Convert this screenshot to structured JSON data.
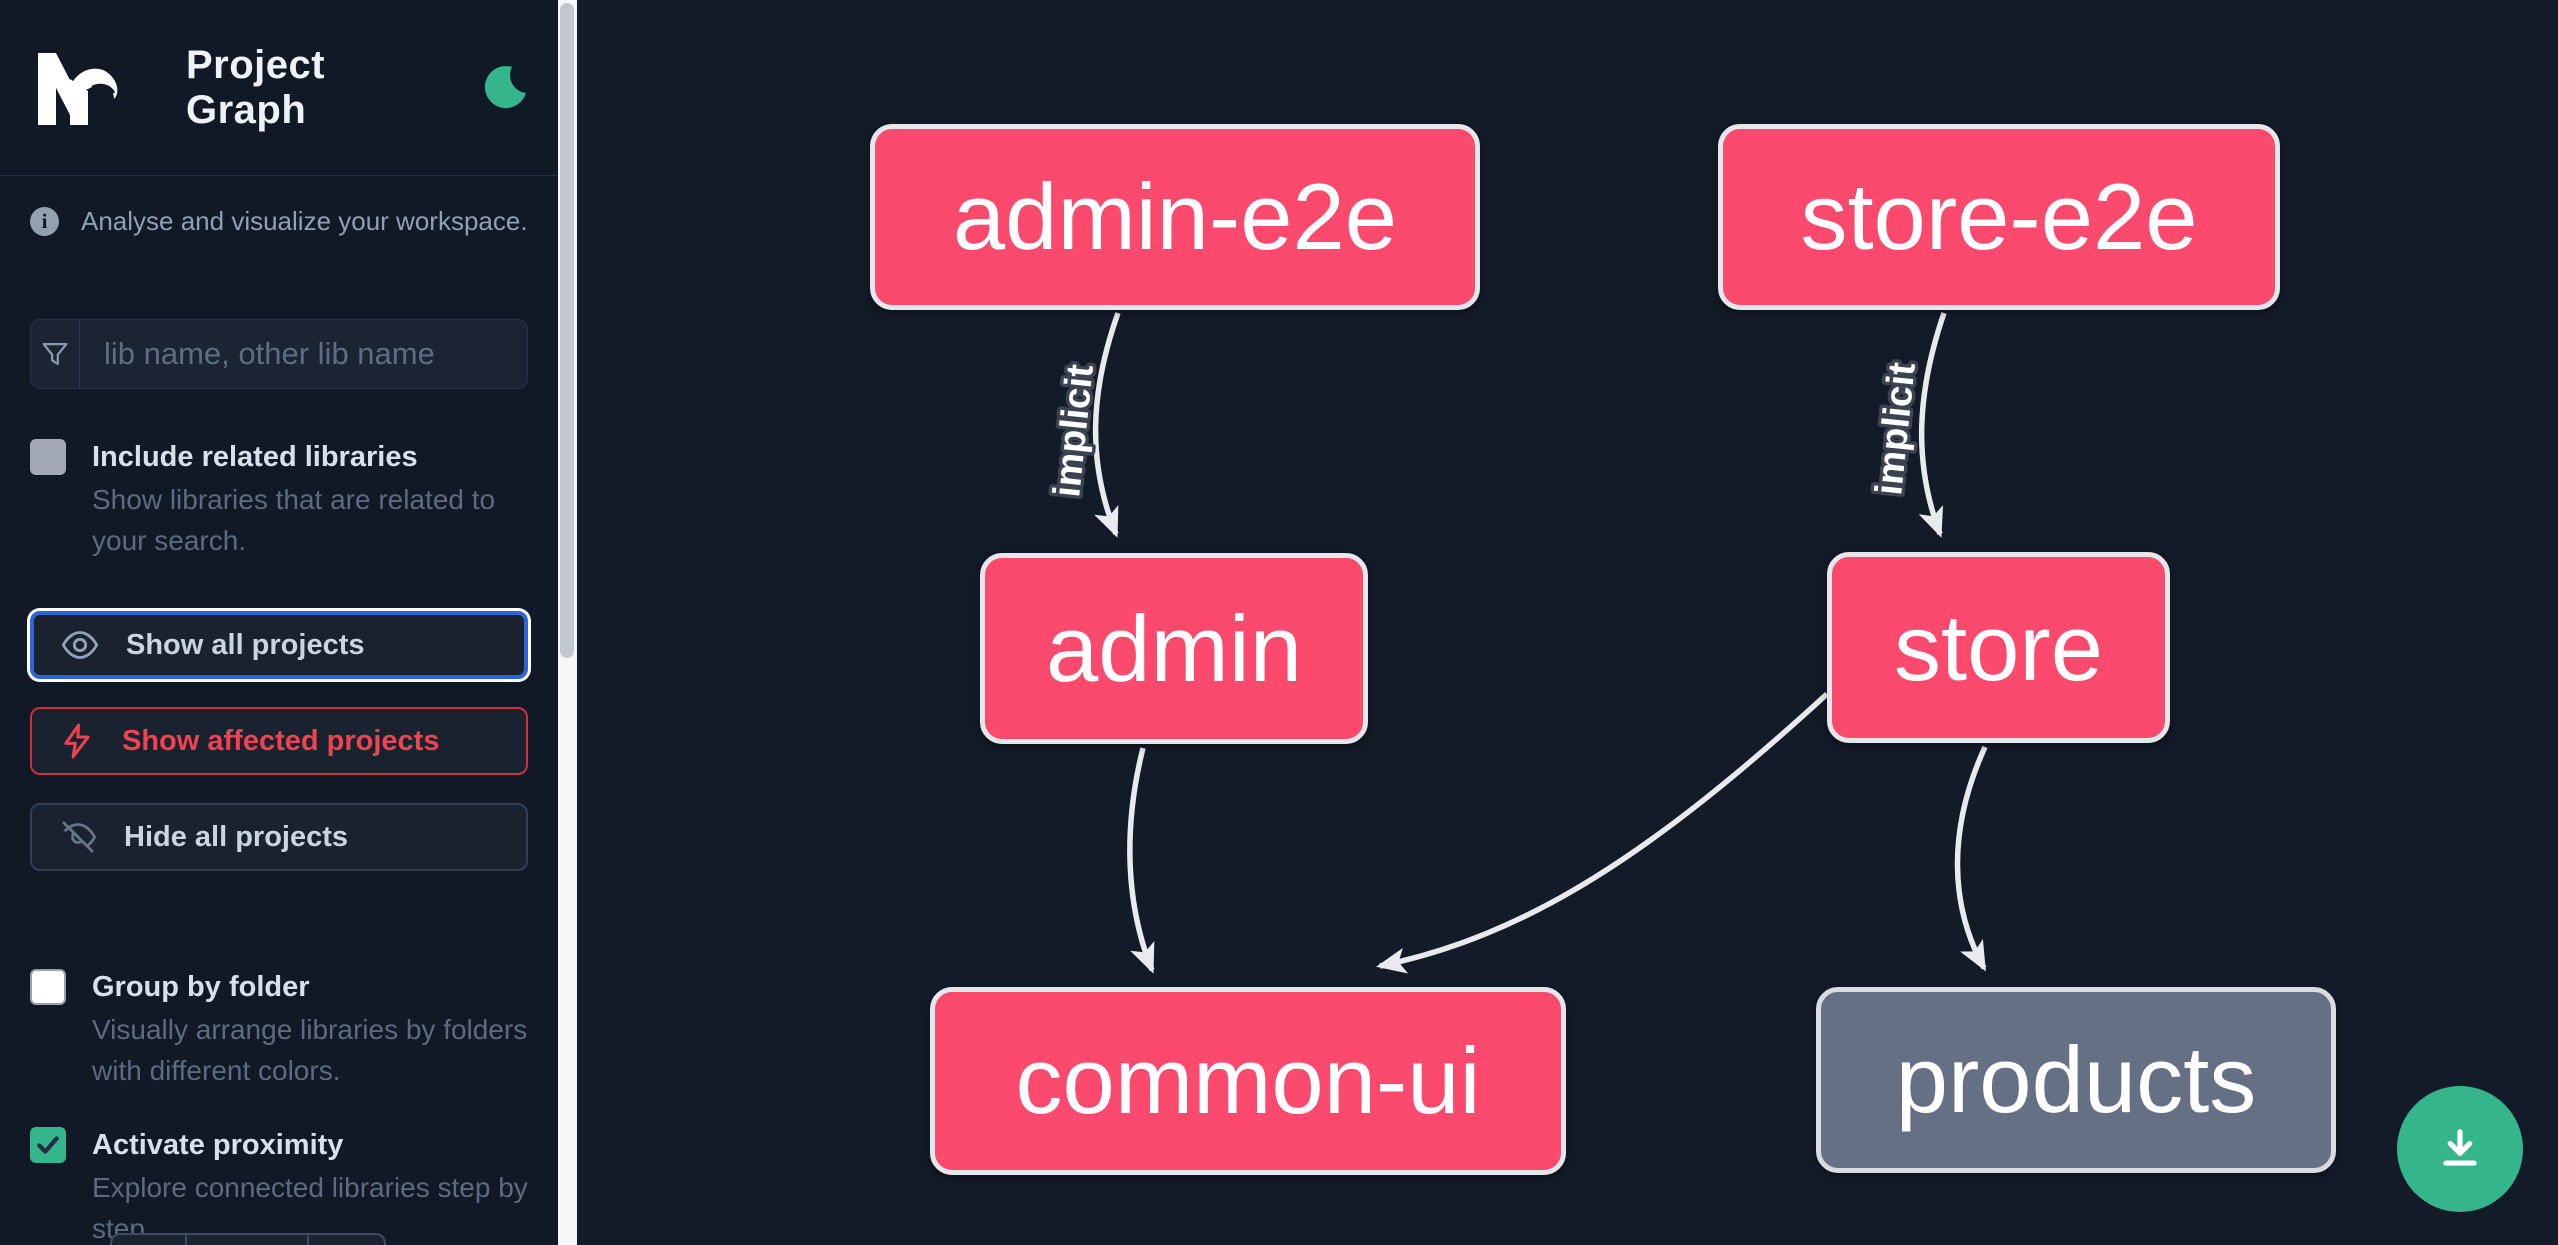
{
  "header": {
    "title": "Project Graph",
    "logo": "nx-logo",
    "theme_toggle": "moon-icon"
  },
  "sidebar": {
    "tagline": "Analyse and visualize your workspace.",
    "search": {
      "placeholder": "lib name, other lib name",
      "icon": "filter-funnel-icon",
      "value": ""
    },
    "options": [
      {
        "label": "Include related libraries",
        "description": "Show libraries that are related to your search.",
        "checked": false
      },
      {
        "label": "Group by folder",
        "description": "Visually arrange libraries by folders with different colors.",
        "checked": false
      },
      {
        "label": "Activate proximity",
        "description": "Explore connected libraries step by step.",
        "checked": true
      }
    ],
    "actions": [
      {
        "label": "Show all projects",
        "icon": "eye-icon",
        "state": "focused"
      },
      {
        "label": "Show affected projects",
        "icon": "lightning-icon",
        "state": "affected"
      },
      {
        "label": "Hide all projects",
        "icon": "eye-off-icon",
        "state": "default"
      }
    ]
  },
  "graph": {
    "nodes": [
      {
        "label": "admin-e2e",
        "color": "#fb4a6e"
      },
      {
        "label": "store-e2e",
        "color": "#fb4a6e"
      },
      {
        "label": "admin",
        "color": "#fb4a6e"
      },
      {
        "label": "store",
        "color": "#fb4a6e"
      },
      {
        "label": "common-ui",
        "color": "#fb4a6e"
      },
      {
        "label": "products",
        "color": "#667084"
      }
    ],
    "edges": [
      {
        "from": "admin-e2e",
        "to": "admin",
        "label": "implicit"
      },
      {
        "from": "store-e2e",
        "to": "store",
        "label": "implicit"
      },
      {
        "from": "admin",
        "to": "common-ui",
        "label": ""
      },
      {
        "from": "store",
        "to": "common-ui",
        "label": ""
      },
      {
        "from": "store",
        "to": "products",
        "label": ""
      }
    ]
  },
  "fab": {
    "icon": "download-icon"
  },
  "colors": {
    "accent_green": "#35b58c",
    "node_pink": "#fb4a6e",
    "node_gray": "#667084",
    "affected_red": "#ef4352",
    "focus_blue": "#2e63d9",
    "edge": "#e8eaee"
  }
}
